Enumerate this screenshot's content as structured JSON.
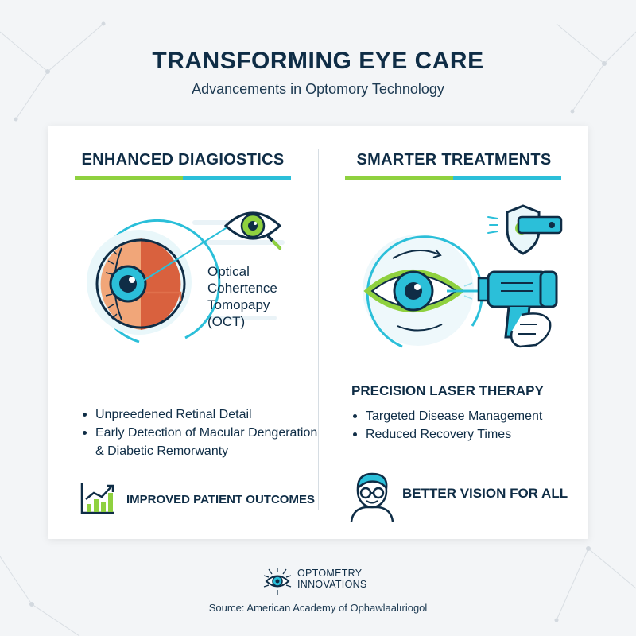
{
  "header": {
    "title": "TRANSFORMING EYE CARE",
    "subtitle": "Advancements in Optomory Technology"
  },
  "left": {
    "heading": "ENHANCED DIAGIOSTICS",
    "oct_label": "Optical Cohertence Tomopapy (OCT)",
    "bullets": [
      "Unpreedened Retinal Detail",
      "Early Detection of Macular Dengeration",
      "& Diabetic Remorwanty"
    ],
    "outcome": "IMPROVED PATIENT OUTCOMES",
    "icons": [
      "eye-cross-section-icon",
      "magnifier-eye-icon",
      "growth-chart-icon"
    ]
  },
  "right": {
    "heading": "SMARTER TREATMENTS",
    "subheading": "PRECISION LASER THERAPY",
    "bullets": [
      "Targeted Disease Management",
      "Reduced Recovery Times"
    ],
    "outcome": "BETTER VISION FOR ALL",
    "icons": [
      "laser-eye-icon",
      "laser-device-icon",
      "shield-eye-icon",
      "person-glasses-icon"
    ]
  },
  "footer": {
    "logo_line1": "OPTOMETRY",
    "logo_line2": "INNOVATIONS",
    "source": "Source: American Academy of Ophawlaalıriogol"
  },
  "colors": {
    "navy": "#0f2d46",
    "cyan": "#2bbfd9",
    "lime": "#8fd13f",
    "orange_red": "#e0704b"
  }
}
